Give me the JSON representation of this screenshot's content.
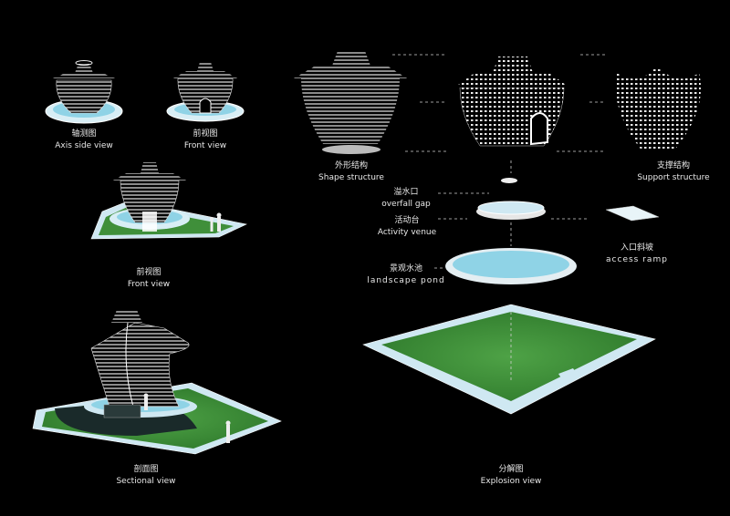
{
  "views": {
    "axis_side": {
      "cn": "轴测图",
      "en": "Axis side view"
    },
    "front_small": {
      "cn": "前视图",
      "en": "Front view"
    },
    "front_large": {
      "cn": "前视图",
      "en": "Front view"
    },
    "sectional": {
      "cn": "剖面图",
      "en": "Sectional  view"
    },
    "explosion": {
      "cn": "分解图",
      "en": "Explosion view"
    }
  },
  "components": {
    "shape": {
      "cn": "外形结构",
      "en": "Shape structure"
    },
    "support": {
      "cn": "支撑结构",
      "en": "Support structure"
    },
    "overfall": {
      "cn": "溢水口",
      "en": "overfall gap"
    },
    "activity": {
      "cn": "活动台",
      "en": "Activity venue"
    },
    "ramp": {
      "cn": "入口斜坡",
      "en": "access ramp"
    },
    "pond": {
      "cn": "景观水池",
      "en": "landscape pond"
    }
  },
  "colors": {
    "background": "#000000",
    "lattice": "#e6e6e6",
    "water": "#8fd3e6",
    "grass": "#3f8f3a",
    "frame": "#bfe4f0"
  }
}
